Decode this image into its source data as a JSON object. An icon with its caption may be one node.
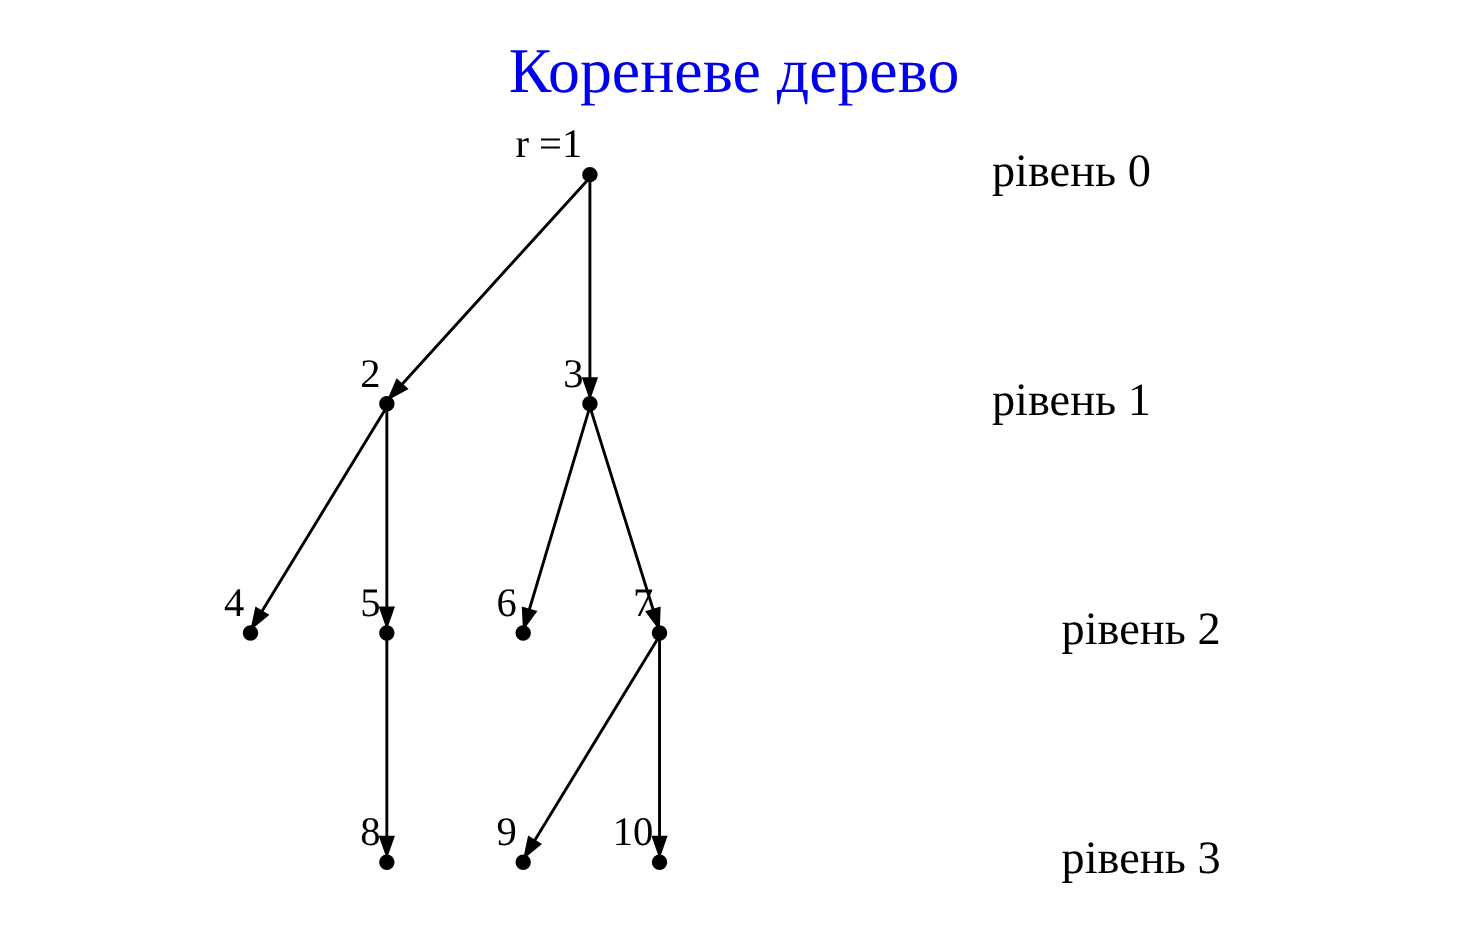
{
  "diagram": {
    "title": "Кореневе дерево",
    "nodes": [
      {
        "text": [],
        "shape": "circle",
        "beside": [
          "r =1"
        ]
      },
      {
        "text": [],
        "shape": "circle",
        "beside": [
          "2"
        ]
      },
      {
        "text": [],
        "shape": "circle",
        "beside": [
          "3"
        ]
      },
      {
        "text": [],
        "shape": "circle",
        "beside": [
          "4"
        ]
      },
      {
        "text": [],
        "shape": "circle",
        "beside": [
          "5"
        ]
      },
      {
        "text": [],
        "shape": "circle",
        "beside": [
          "6"
        ]
      },
      {
        "text": [],
        "shape": "circle",
        "beside": [
          "7"
        ]
      },
      {
        "text": [],
        "shape": "circle",
        "beside": [
          "8"
        ]
      },
      {
        "text": [],
        "shape": "circle",
        "beside": [
          "9"
        ]
      },
      {
        "text": [],
        "shape": "circle",
        "beside": [
          "10"
        ]
      }
    ],
    "edges": [
      {
        "from": 0,
        "to": 1,
        "arrow": "to"
      },
      {
        "from": 0,
        "to": 2,
        "arrow": "to"
      },
      {
        "from": 1,
        "to": 3,
        "arrow": "to"
      },
      {
        "from": 1,
        "to": 4,
        "arrow": "to"
      },
      {
        "from": 2,
        "to": 5,
        "arrow": "to"
      },
      {
        "from": 2,
        "to": 6,
        "arrow": "to"
      },
      {
        "from": 4,
        "to": 7,
        "arrow": "to"
      },
      {
        "from": 6,
        "to": 8,
        "arrow": "to"
      },
      {
        "from": 6,
        "to": 9,
        "arrow": "to"
      }
    ],
    "labels": [
      "рівень 0",
      "рівень 1",
      "рівень 2",
      "рівень 3"
    ]
  }
}
